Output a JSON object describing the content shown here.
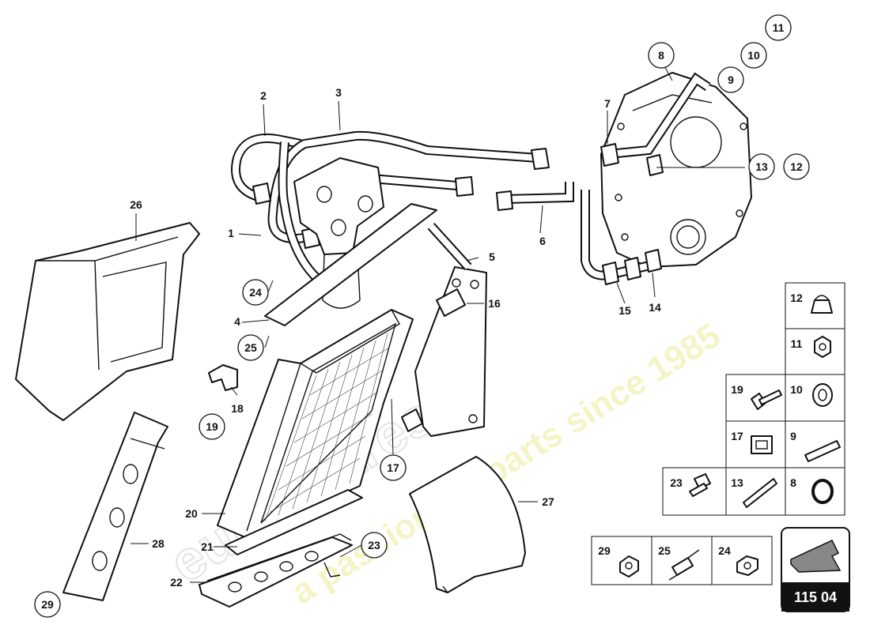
{
  "page_code": "115 04",
  "watermark": {
    "brand": "eurospares",
    "tagline": "a passion for parts since 1985"
  },
  "callouts": {
    "c1": "1",
    "c2": "2",
    "c3": "3",
    "c4": "4",
    "c5": "5",
    "c6": "6",
    "c7": "7",
    "c8": "8",
    "c9": "9",
    "c10": "10",
    "c11": "11",
    "c12": "12",
    "c13": "13",
    "c14": "14",
    "c15": "15",
    "c16": "16",
    "c17": "17",
    "c18": "18",
    "c19": "19",
    "c20": "20",
    "c21": "21",
    "c22": "22",
    "c23": "23",
    "c24": "24",
    "c25": "25",
    "c26": "26",
    "c27": "27",
    "c28": "28",
    "c29": "29"
  },
  "legend": {
    "grid_a": [
      "12",
      "11",
      "10",
      "9",
      "8"
    ],
    "grid_b": [
      "19",
      "17",
      "13"
    ],
    "grid_b_left": "23",
    "bottom_row": [
      "29",
      "25",
      "24"
    ]
  }
}
